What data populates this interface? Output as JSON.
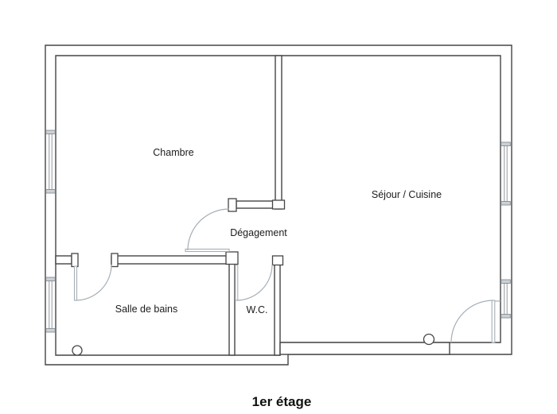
{
  "plan": {
    "title": "1er étage",
    "rooms": [
      {
        "id": "chambre",
        "label": "Chambre"
      },
      {
        "id": "sejour-cuisine",
        "label": "Séjour / Cuisine"
      },
      {
        "id": "degagement",
        "label": "Dégagement"
      },
      {
        "id": "salle-de-bains",
        "label": "Salle de bains"
      },
      {
        "id": "wc",
        "label": "W.C."
      }
    ],
    "colors": {
      "wall": "#454545",
      "door": "#a6afb6",
      "window": "#ccd1d6",
      "text": "#1c1c1c",
      "background": "#ffffff"
    }
  }
}
